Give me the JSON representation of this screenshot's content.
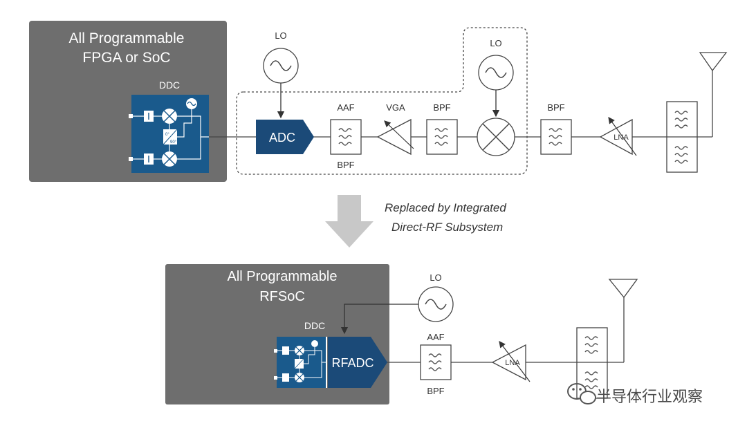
{
  "top": {
    "fpga_box_line1": "All Programmable",
    "fpga_box_line2": "FPGA or SoC",
    "ddc": "DDC",
    "phase_label_1": "0°",
    "phase_label_2": "90°",
    "lo_left": "LO",
    "lo_right": "LO",
    "adc": "ADC",
    "aaf": "AAF",
    "bpf_under_aaf": "BPF",
    "vga": "VGA",
    "bpf_mid": "BPF",
    "bpf_right": "BPF",
    "lna": "LNA"
  },
  "transition": {
    "line1": "Replaced by Integrated",
    "line2": "Direct-RF Subsystem"
  },
  "bottom": {
    "rfsoc_box_line1": "All Programmable",
    "rfsoc_box_line2": "RFSoC",
    "ddc": "DDC",
    "lo": "LO",
    "rfadc": "RFADC",
    "aaf": "AAF",
    "bpf": "BPF",
    "lna": "LNA"
  },
  "watermark": "半导体行业观察",
  "colors": {
    "fpga_gray": "#6e6e6e",
    "ddc_blue": "#1a5a8c",
    "adc_navy": "#1b4a78",
    "arrow_gray": "#c8c8c8"
  }
}
